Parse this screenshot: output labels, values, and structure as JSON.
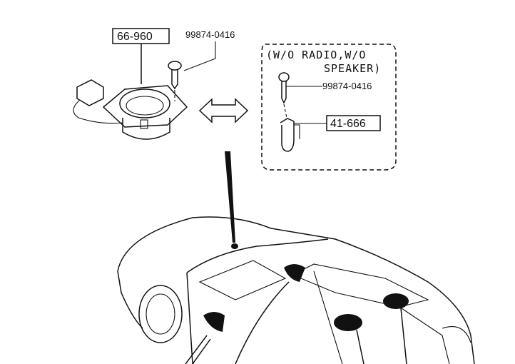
{
  "parts": {
    "speaker": {
      "part_no": "66-960"
    },
    "screw_speaker": {
      "part_no": "99874-0416"
    },
    "screw_bracket": {
      "part_no": "99874-0416"
    },
    "bracket": {
      "part_no": "41-666"
    }
  },
  "note": {
    "line1": "(W/O RADIO,W/O",
    "line2": "SPEAKER)"
  }
}
